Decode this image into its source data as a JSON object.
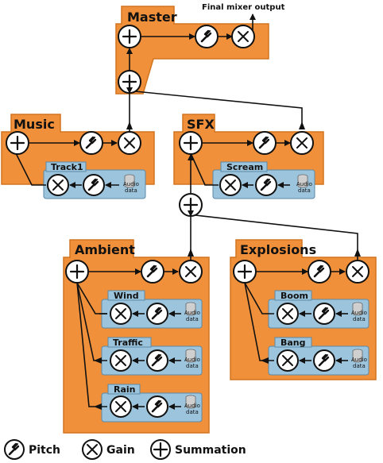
{
  "output_label": "Final mixer output",
  "groups": {
    "master": "Master",
    "music": "Music",
    "sfx": "SFX",
    "ambient": "Ambient",
    "explosions": "Explosions"
  },
  "tracks": {
    "track1": "Track1",
    "scream": "Scream",
    "wind": "Wind",
    "traffic": "Traffic",
    "rain": "Rain",
    "boom": "Boom",
    "bang": "Bang"
  },
  "audio_data": {
    "line1": "Audio",
    "line2": "data"
  },
  "legend": {
    "pitch": "Pitch",
    "gain": "Gain",
    "summation": "Summation"
  },
  "colors": {
    "group": "#f0903a",
    "track": "#9cc4dc",
    "stroke": "#111111"
  }
}
